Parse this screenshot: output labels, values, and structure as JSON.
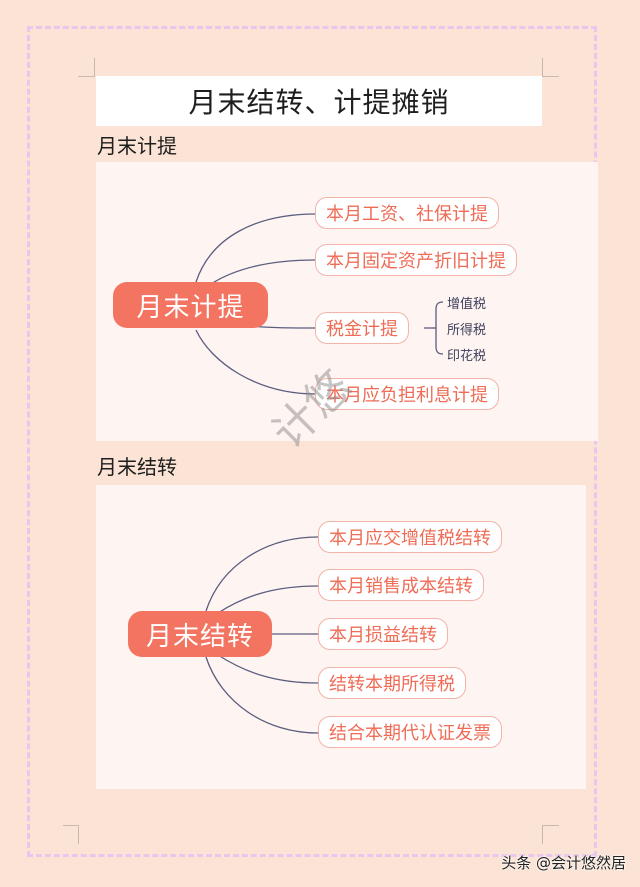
{
  "document": {
    "title": "月末结转、计提摊销",
    "watermark": "计悠",
    "footer": "头条 @会计悠然居",
    "colors": {
      "page_bg": "#fbe4d6",
      "panel_bg": "#fef4f1",
      "root_fill": "#f27461",
      "node_border": "#f3b3a8",
      "node_text": "#ef6c56",
      "connector": "#5a5d80",
      "frame_dash": "#e8c6ee"
    }
  },
  "sections": [
    {
      "heading": "月末计提",
      "mindmap": {
        "root": "月末计提",
        "branches": [
          {
            "label": "本月工资、社保计提"
          },
          {
            "label": "本月固定资产折旧计提"
          },
          {
            "label": "税金计提",
            "children": [
              "增值税",
              "所得税",
              "印花税"
            ]
          },
          {
            "label": "本月应负担利息计提"
          }
        ]
      }
    },
    {
      "heading": "月末结转",
      "mindmap": {
        "root": "月末结转",
        "branches": [
          {
            "label": "本月应交增值税结转"
          },
          {
            "label": "本月销售成本结转"
          },
          {
            "label": "本月损益结转"
          },
          {
            "label": "结转本期所得税"
          },
          {
            "label": "结合本期代认证发票"
          }
        ]
      }
    }
  ]
}
